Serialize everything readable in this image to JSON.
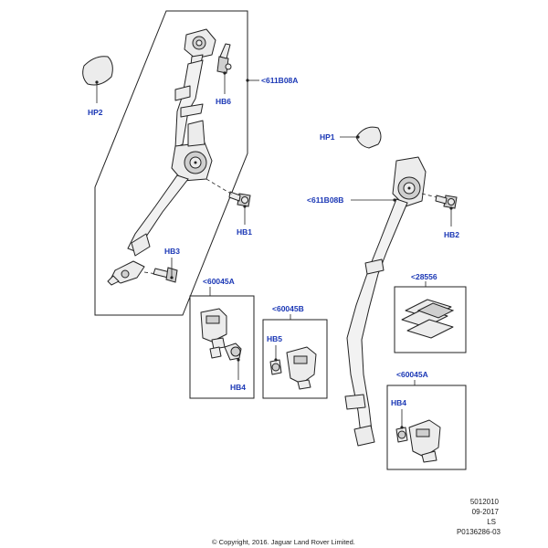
{
  "labels": {
    "hp2": "HP2",
    "hb6": "HB6",
    "b611_a": "<611B08A",
    "hb1": "HB1",
    "hb3": "HB3",
    "hp1": "HP1",
    "b611_b": "<611B08B",
    "hb2": "HB2",
    "a60045_1": "<60045A",
    "hb4_1": "HB4",
    "b60045": "<60045B",
    "hb5": "HB5",
    "k28556": "<28556",
    "a60045_2": "<60045A",
    "hb4_2": "HB4"
  },
  "footer": {
    "code": "5012010",
    "date": "09-2017",
    "initials": "LS",
    "ref": "P0136286-03",
    "copyright": "© Copyright, 2016. Jaguar Land Rover Limited."
  }
}
